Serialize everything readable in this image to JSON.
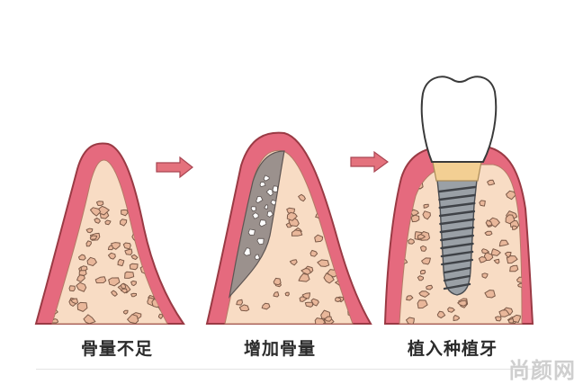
{
  "steps": [
    {
      "label": "骨量不足"
    },
    {
      "label": "增加骨量"
    },
    {
      "label": "植入种植牙"
    }
  ],
  "watermark": "尚颜网",
  "colors": {
    "gum": "#e56a7e",
    "gum_outline": "#9a3a44",
    "bone": "#f8dcc4",
    "particle_fill": "#e9b79a",
    "particle_outline": "#7c5a48",
    "graft": "#9b918d",
    "arrow": "#e4727d",
    "implant": "#9aa0a6",
    "abutment": "#f3cf93",
    "crown": "#ffffff"
  },
  "icons": [
    "arrow-right-icon",
    "arrow-right-icon"
  ]
}
